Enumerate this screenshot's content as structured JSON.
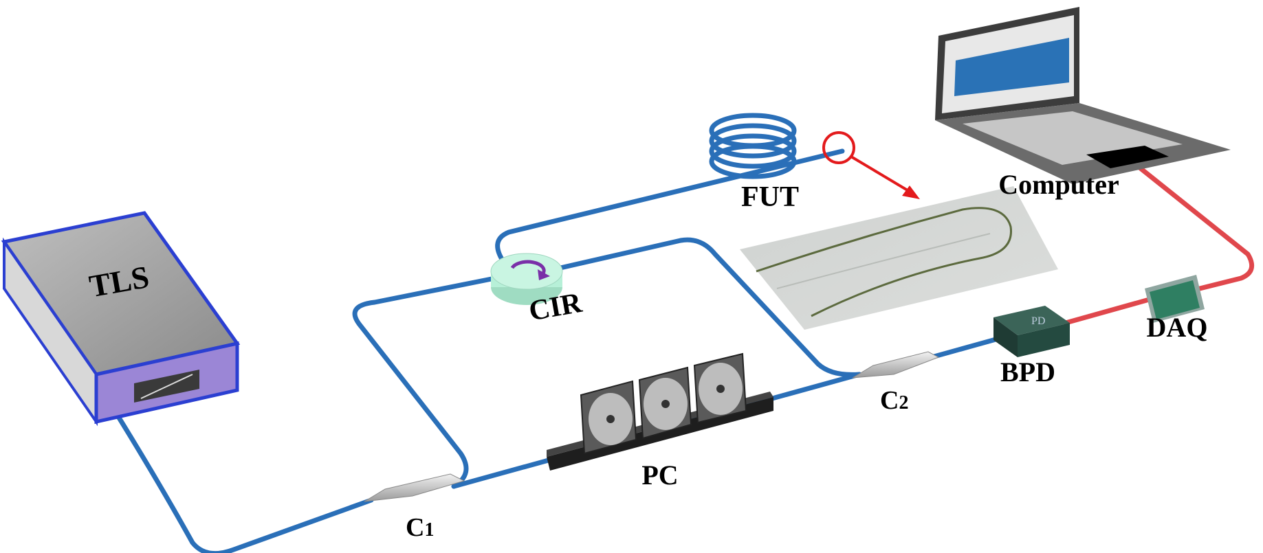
{
  "labels": {
    "tls": "TLS",
    "c1_main": "C",
    "c1_sub": "1",
    "c2_main": "C",
    "c2_sub": "2",
    "pc": "PC",
    "cir": "CIR",
    "fut": "FUT",
    "bpd": "BPD",
    "bpd_device": "PD",
    "daq": "DAQ",
    "computer": "Computer"
  },
  "colors": {
    "fiber": "#2a6fb8",
    "electrical_cable": "#e0474c",
    "highlight_marker": "#e31a1c",
    "tls_panel": "#9b86d6",
    "tls_edge": "#2b3fd1",
    "circulator": "#b7f0d8",
    "circulator_arrow": "#7a2fa8",
    "bpd_body": "#244a40",
    "daq_chip": "#2f7f62"
  }
}
